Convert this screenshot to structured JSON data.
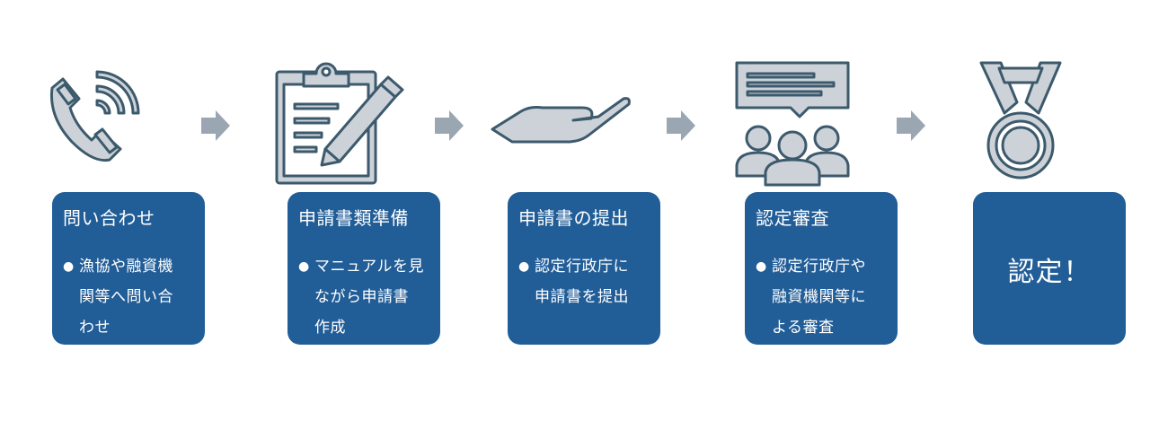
{
  "colors": {
    "card_fill": "#215d97",
    "icon_fill": "#cdd2d9",
    "icon_stroke": "#3c5a6c",
    "arrow_fill": "#9aa6b2"
  },
  "steps": [
    {
      "icon": "telephone-icon",
      "title": "問い合わせ",
      "bullet": "漁協や融資機\n関等へ問い合\nわせ"
    },
    {
      "icon": "clipboard-pen-icon",
      "title": "申請書類準備",
      "bullet": "マニュアルを見\nながら申請書\n作成"
    },
    {
      "icon": "open-hand-icon",
      "title": "申請書の提出",
      "bullet": "認定行政庁に\n申請書を提出"
    },
    {
      "icon": "meeting-discussion-icon",
      "title": "認定審査",
      "bullet": "認定行政庁や\n融資機関等に\nよる審査"
    },
    {
      "icon": "medal-icon",
      "title": "認定！"
    }
  ],
  "bullet_symbol": "●"
}
